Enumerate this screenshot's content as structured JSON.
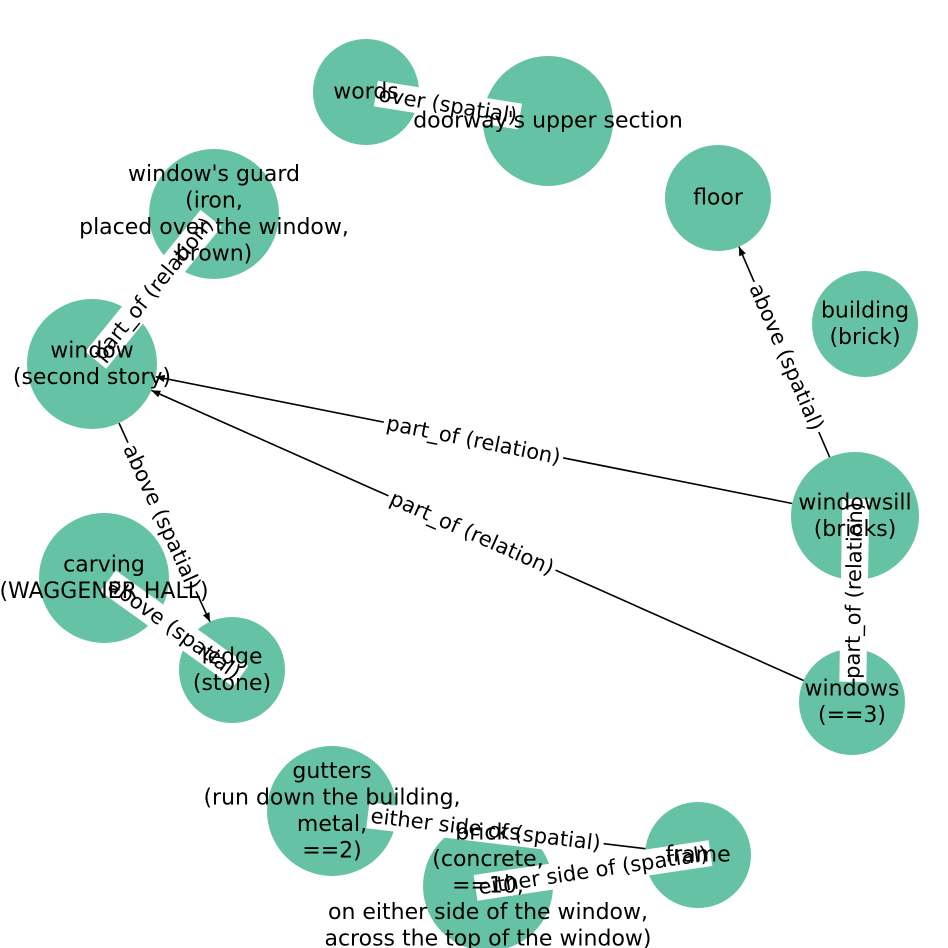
{
  "colors": {
    "node_fill": "#66c2a5",
    "edge": "#000000",
    "label_bg": "#ffffff",
    "text": "#000000"
  },
  "nodes": [
    {
      "id": "words",
      "lines": [
        "words"
      ]
    },
    {
      "id": "doorway",
      "lines": [
        "doorway's upper section"
      ]
    },
    {
      "id": "floor",
      "lines": [
        "floor"
      ]
    },
    {
      "id": "guard",
      "lines": [
        "window's guard",
        "(iron,",
        "placed over the window,",
        "brown)"
      ]
    },
    {
      "id": "building",
      "lines": [
        "building",
        "(brick)"
      ]
    },
    {
      "id": "window",
      "lines": [
        "window",
        "(second story)"
      ]
    },
    {
      "id": "windowsill",
      "lines": [
        "windowsill",
        "(bricks)"
      ]
    },
    {
      "id": "carving",
      "lines": [
        "carving",
        "(WAGGENER HALL)"
      ]
    },
    {
      "id": "ledge",
      "lines": [
        "ledge",
        "(stone)"
      ]
    },
    {
      "id": "windows",
      "lines": [
        "windows",
        "(==3)"
      ]
    },
    {
      "id": "gutters",
      "lines": [
        "gutters",
        "(run down the building,",
        "metal,",
        "==2)"
      ]
    },
    {
      "id": "frame",
      "lines": [
        "frame"
      ]
    },
    {
      "id": "bricks",
      "lines": [
        "bricks",
        "(concrete,",
        "==10,",
        "on either side of the window,",
        "across the top of the window)"
      ]
    }
  ],
  "edges": [
    {
      "source": "words",
      "target": "doorway",
      "label": "over (spatial)",
      "arrow": false
    },
    {
      "source": "guard",
      "target": "window",
      "label": "part_of (relation)",
      "arrow": false
    },
    {
      "source": "windowsill",
      "target": "floor",
      "label": "above (spatial)",
      "arrow": true
    },
    {
      "source": "windowsill",
      "target": "window",
      "label": "part_of (relation)",
      "arrow": true
    },
    {
      "source": "windows",
      "target": "window",
      "label": "part_of (relation)",
      "arrow": true
    },
    {
      "source": "windows",
      "target": "windowsill",
      "label": "part_of (relation)",
      "arrow": false
    },
    {
      "source": "window",
      "target": "ledge",
      "label": "above (spatial)",
      "arrow": true
    },
    {
      "source": "carving",
      "target": "ledge",
      "label": "above (spatial)",
      "arrow": false
    },
    {
      "source": "gutters",
      "target": "frame",
      "label": "either side of (spatial)",
      "arrow": false
    },
    {
      "source": "bricks",
      "target": "frame",
      "label": "either side of (spatial)",
      "arrow": false
    }
  ]
}
